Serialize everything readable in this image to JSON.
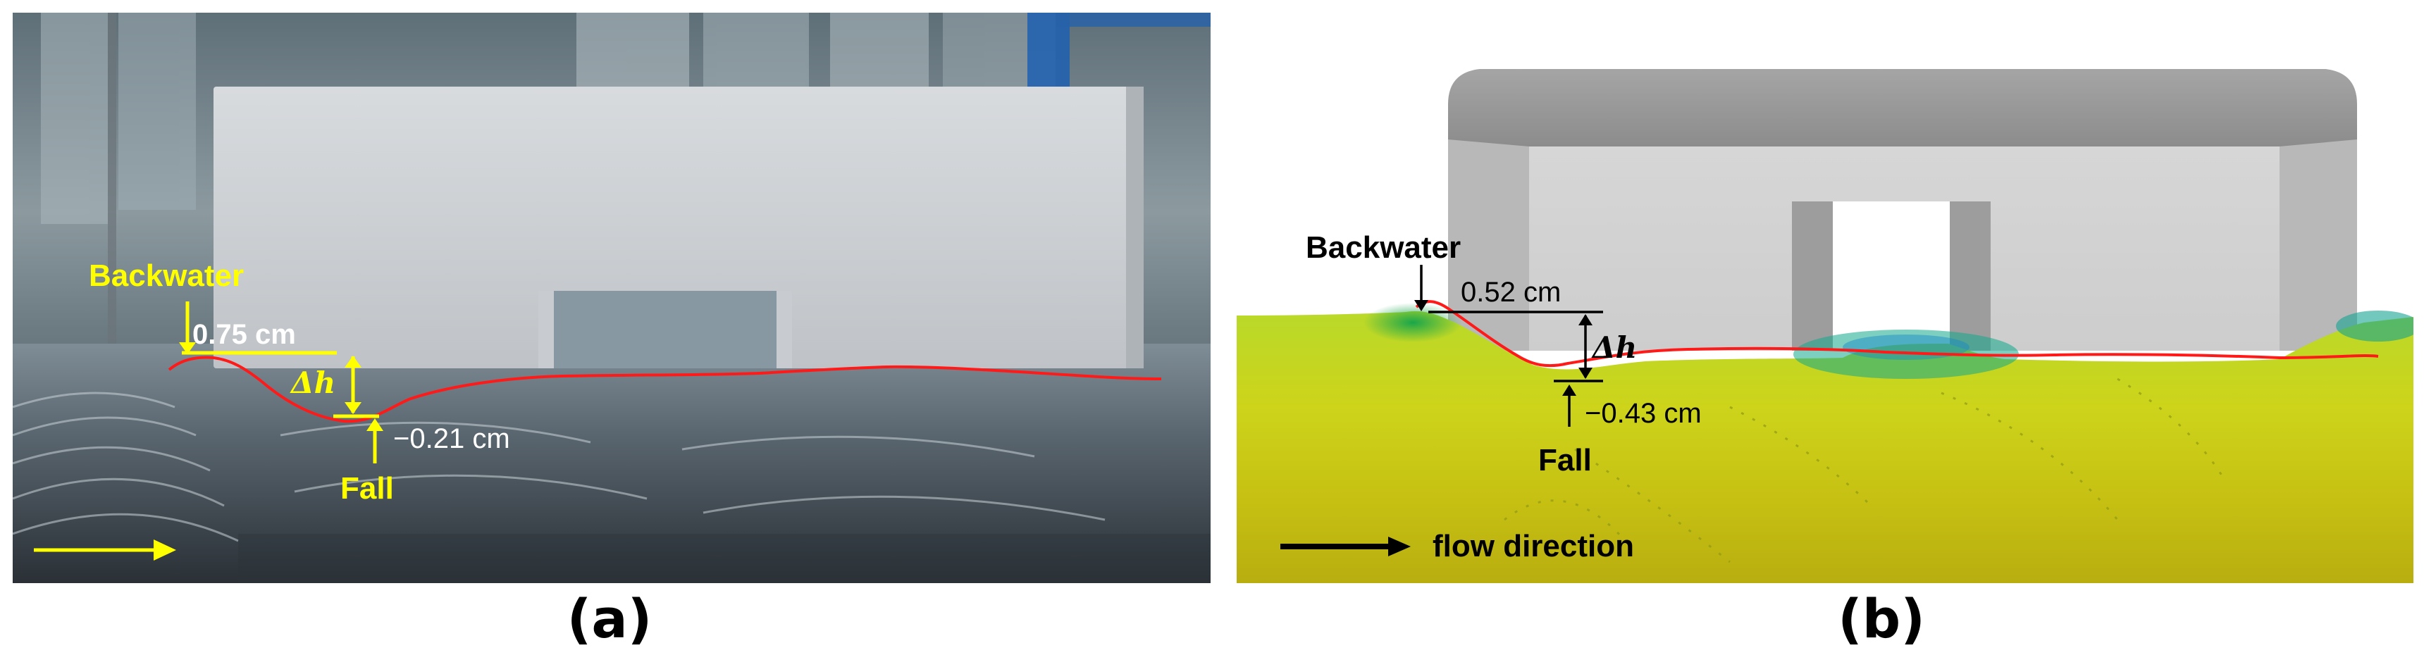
{
  "panel_a": {
    "caption": "(a)",
    "backwater_label": "Backwater",
    "backwater_value": "0.75 cm",
    "delta_label": "Δh",
    "fall_value": "−0.21 cm",
    "fall_label": "Fall",
    "annotation_color": "#ffff00",
    "profile_color": "#ff1a1a"
  },
  "panel_b": {
    "caption": "(b)",
    "backwater_label": "Backwater",
    "backwater_value": "0.52 cm",
    "delta_label": "Δh",
    "fall_value": "−0.43 cm",
    "fall_label": "Fall",
    "flow_label": "flow direction",
    "annotation_color": "#000000",
    "profile_color": "#ff1a1a"
  }
}
